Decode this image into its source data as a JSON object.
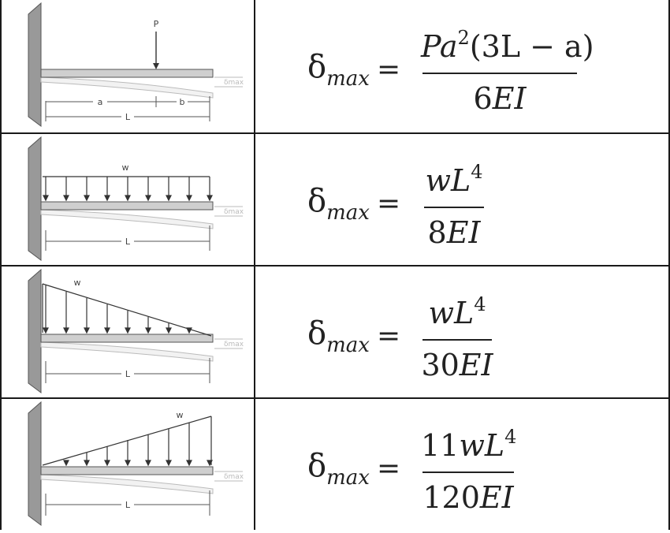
{
  "rows": [
    {
      "diagram": {
        "load_label": "P",
        "dim_a": "a",
        "dim_b": "b",
        "dim_L": "L",
        "defl_label": "δmax"
      },
      "formula": {
        "delta": "δ",
        "sub": "max",
        "eq": "=",
        "num_main": "Pa",
        "num_sup": "2",
        "num_rest": "(3L − a)",
        "den_num": "6",
        "den_var": "EI"
      }
    },
    {
      "diagram": {
        "load_label": "w",
        "dim_L": "L",
        "defl_label": "δmax"
      },
      "formula": {
        "delta": "δ",
        "sub": "max",
        "eq": "=",
        "num_main": "wL",
        "num_sup": "4",
        "num_rest": "",
        "den_num": "8",
        "den_var": "EI"
      }
    },
    {
      "diagram": {
        "load_label": "w",
        "dim_L": "L",
        "defl_label": "δmax"
      },
      "formula": {
        "delta": "δ",
        "sub": "max",
        "eq": "=",
        "num_main": "wL",
        "num_sup": "4",
        "num_rest": "",
        "den_num": "30",
        "den_var": "EI"
      }
    },
    {
      "diagram": {
        "load_label": "w",
        "dim_L": "L",
        "defl_label": "δmax"
      },
      "formula": {
        "delta": "δ",
        "sub": "max",
        "eq": "=",
        "num_pre": "11",
        "num_main": "wL",
        "num_sup": "4",
        "num_rest": "",
        "den_num": "120",
        "den_var": "EI"
      }
    }
  ]
}
